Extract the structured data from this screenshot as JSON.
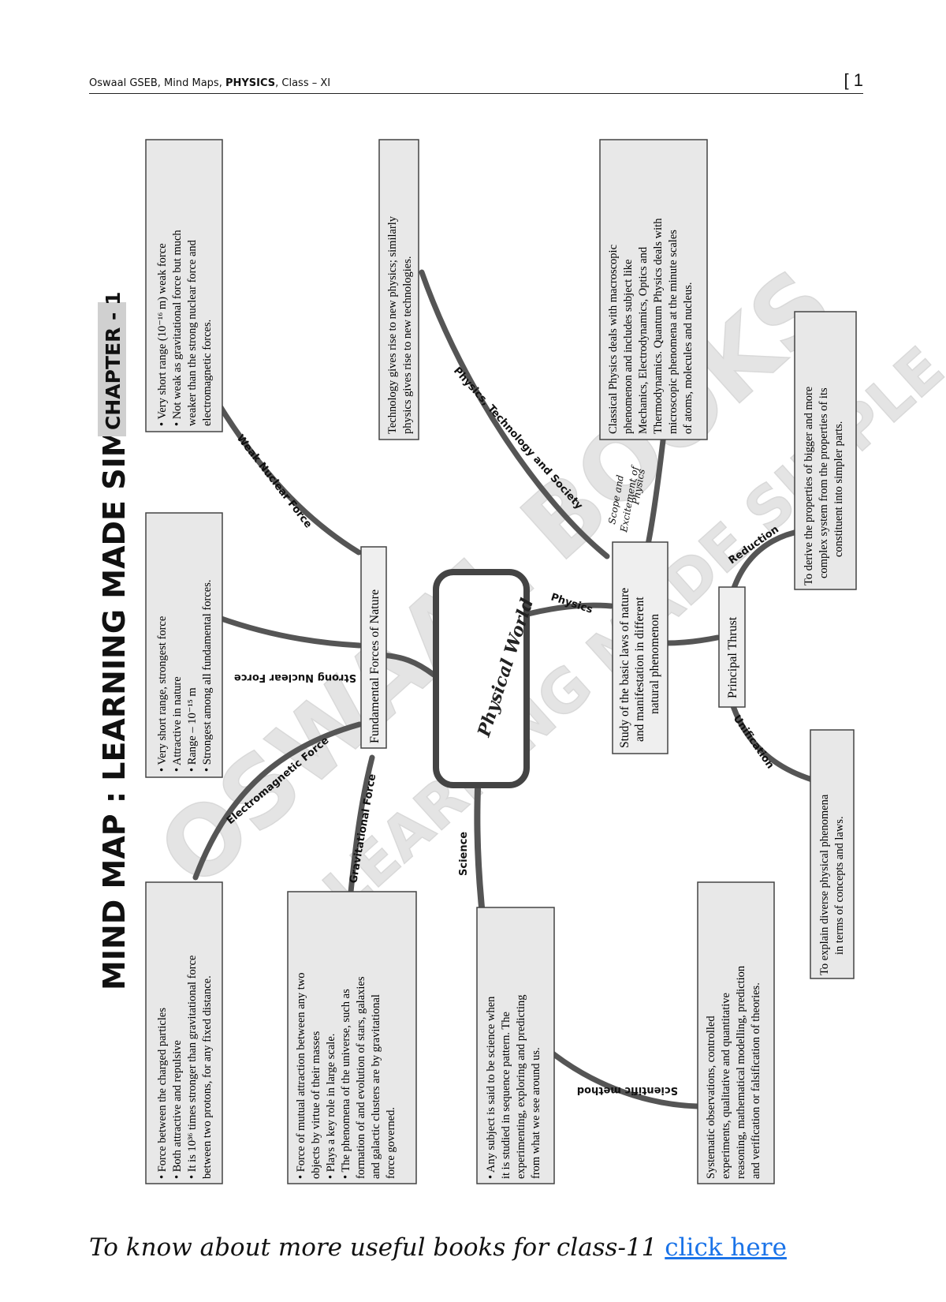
{
  "header": {
    "series": "Oswaal GSEB, Mind Maps, ",
    "subject": "PHYSICS",
    "class_text": ", Class – XI",
    "page": "[ 1"
  },
  "title": "MIND MAP : LEARNING MADE SIMPLE",
  "chapter": "CHAPTER - 1",
  "center": "Physical World",
  "watermark": {
    "line1": "OSWAAL BOOKS",
    "line2": "LEARNING MADE SIMPLE"
  },
  "nodes": {
    "fundamental": "Fundamental Forces of Nature",
    "study": [
      "Study of the basic laws of nature",
      "and manifestation in different",
      "natural phenomenon"
    ],
    "principal": "Principal Thrust"
  },
  "branch_labels": {
    "weak": "Weak Nuclear Force",
    "strong": "Strong Nuclear Force",
    "em": "Electromagnetic Force",
    "grav": "Gravitational Force",
    "science": "Science",
    "physics": "Physics",
    "pts": "Physics, Technology and Society",
    "scope": [
      "Scope and",
      "Excitement of",
      "Physics"
    ],
    "reduction": "Reduction",
    "unification": "Unification",
    "sci_method": "Scientific method"
  },
  "boxes": {
    "weak": [
      "• Very short range (10⁻¹⁶ m) weak force",
      "• Not weak as gravitational force but much",
      "   weaker than the strong nuclear force and",
      "   electromagnetic forces."
    ],
    "strong": [
      "• Very short range, strongest force",
      "• Attractive in nature",
      "• Range – 10⁻¹⁵ m",
      "• Strongest among all fundamental forces."
    ],
    "em": [
      "• Force between the charged particles",
      "• Both attractive and repulsive",
      "• It is 10³⁶ times stronger than gravitational force",
      "   between two protons, for any fixed distance."
    ],
    "grav": [
      "• Force of mutual attraction between any two",
      "   objects by virtue of their masses",
      "• Plays a key role in large scale.",
      "• The phenomena of the universe, such as",
      "   formation of and evolution of stars, galaxies",
      "   and galactic clusters are by gravitational",
      "   force governed."
    ],
    "science": [
      "• Any subject is said to be science when",
      "   it is studied in sequence pattern. The",
      "   experimenting, exploring and predicting",
      "   from what we see around us."
    ],
    "scimethod": [
      "Systematic observations, controlled",
      "experiments, qualitative and quantitative",
      "reasoning, mathematical modelling, prediction",
      "and verification or falsification of theories."
    ],
    "tech": [
      "Technology gives rise to new physics; similarly",
      "physics gives rise to new technologies."
    ],
    "classical": [
      "Classical Physics deals with macroscopic",
      "phenomenon and includes subject like",
      "Mechanics, Electrodynamics, Optics and",
      "Thermodynamics. Quantum Physics deals with",
      "microscopic phenomena at the minute scales",
      "of atoms, molecules and nucleus."
    ],
    "reduction": [
      "To derive the properties of bigger and more",
      "complex system from the properties of its",
      "constituent into simpler parts."
    ],
    "unification": [
      "To explain diverse physical phenomena",
      "in terms of concepts and laws."
    ]
  },
  "footer": {
    "text": "To know about more useful books for class-11 ",
    "link": "click here"
  }
}
